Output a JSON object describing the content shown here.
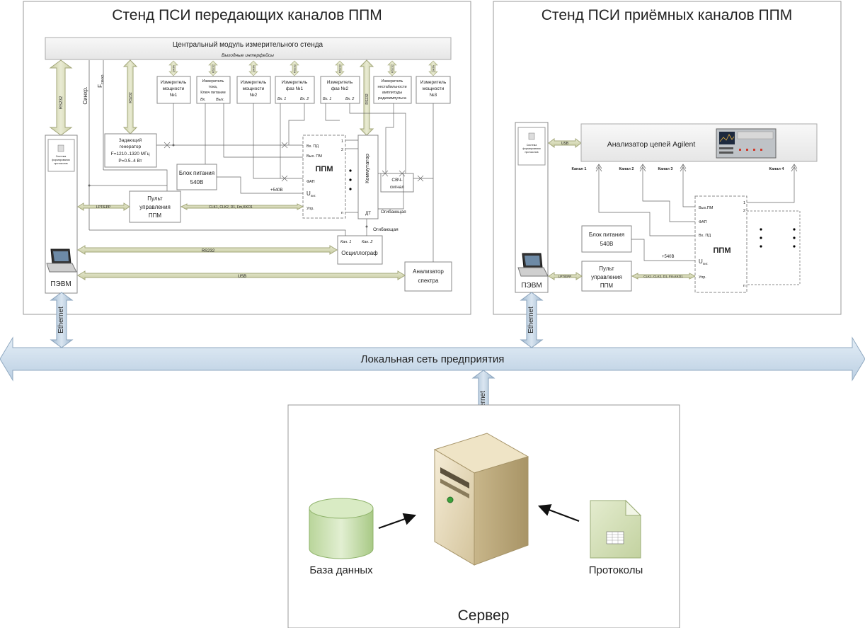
{
  "tx_stand": {
    "title": "Стенд ПСИ передающих каналов ППМ",
    "central_module": "Центральный модуль измерительного стенда",
    "output_interfaces": "Выходные интерфейсы",
    "rs232": "RS232",
    "sync": "Синхр.",
    "f_sync": "F",
    "f_sync_sub": "синхр.",
    "data": "DATA",
    "meters": [
      {
        "lines": [
          "Измеритель",
          "мощности",
          "№1"
        ]
      },
      {
        "lines": [
          "Измеритель",
          "тока,",
          "Ключ питание"
        ],
        "sub": [
          "Вх.",
          "Вых."
        ]
      },
      {
        "lines": [
          "Измеритель",
          "мощности",
          "№2"
        ]
      },
      {
        "lines": [
          "Измеритель",
          "фаз №1"
        ],
        "sub": [
          "Вх. 1",
          "Вх. 2"
        ]
      },
      {
        "lines": [
          "Измеритель",
          "фаз №2"
        ],
        "sub": [
          "Вх. 1",
          "Вх. 2"
        ]
      },
      {
        "lines": [
          "Измеритель",
          "нестабильности",
          "амплитуды",
          "радиоимпульса"
        ]
      },
      {
        "lines": [
          "Измеритель",
          "мощности",
          "№3"
        ]
      }
    ],
    "generator": [
      "Задающий",
      "генератор",
      "F=1210..1320 МГц",
      "P=0.5..4 Вт"
    ],
    "power_supply": [
      "Блок питания",
      "540В"
    ],
    "protocol_system": [
      "Система",
      "формирования",
      "протоколов"
    ],
    "control_panel": [
      "Пульт",
      "управления",
      "ППМ"
    ],
    "lpt": "LPT/EPP",
    "clk_bus": "CLK1, CLK2, D1, Fm,KKO1",
    "ppm": {
      "title": "ППМ",
      "in_pd": "Вх. ПД",
      "out_pm": "Вых. ПМ",
      "fap": "ФАП",
      "u": "U",
      "u_sub": "пит.",
      "upr": "Упр.",
      "plus540": "+540В",
      "p1": "1",
      "p2": "2",
      "pn": "n"
    },
    "switch": "Коммутатор",
    "dt": "ДТ",
    "svch": [
      "СВЧ-",
      "сигнал"
    ],
    "envelope": "Огибающая",
    "envelope2": "Огибающая",
    "oscilloscope": "Осциллограф",
    "osc_ch1": "Кан. 1",
    "osc_ch2": "Кан. 2",
    "rs232_bus": "RS232",
    "usb_bus": "USB",
    "spectrum": [
      "Анализатор",
      "спектра"
    ],
    "pc": "ПЭВМ"
  },
  "rx_stand": {
    "title": "Стенд ПСИ приёмных каналов ППМ",
    "protocol_system": [
      "Система",
      "формирования",
      "протоколов"
    ],
    "usb": "USB",
    "analyzer": "Анализатор цепей Agilent",
    "channels": [
      "Канал 1",
      "Канал 2",
      "Канал 3",
      "Канал 4"
    ],
    "power_supply": [
      "Блок питания",
      "540В"
    ],
    "plus540": "+540В",
    "control_panel": [
      "Пульт",
      "управления",
      "ППМ"
    ],
    "lpt": "LPT/EPP",
    "clk_bus": "CLK1, CLK2, D1, Fm,KKO1",
    "ppm": {
      "title": "ППМ",
      "out_pm": "Вых.ПМ",
      "fap": "ФАП",
      "in_pd": "Вх. ПД",
      "u": "U",
      "u_sub": "пит.",
      "upr": "Упр.",
      "p1": "1",
      "p2": "2",
      "pn": "n"
    },
    "pc": "ПЭВМ"
  },
  "network": {
    "label": "Локальная сеть предприятия",
    "ethernet": "Ethernet"
  },
  "server_area": {
    "title": "Сервер",
    "database": "База данных",
    "protocols": "Протоколы"
  }
}
